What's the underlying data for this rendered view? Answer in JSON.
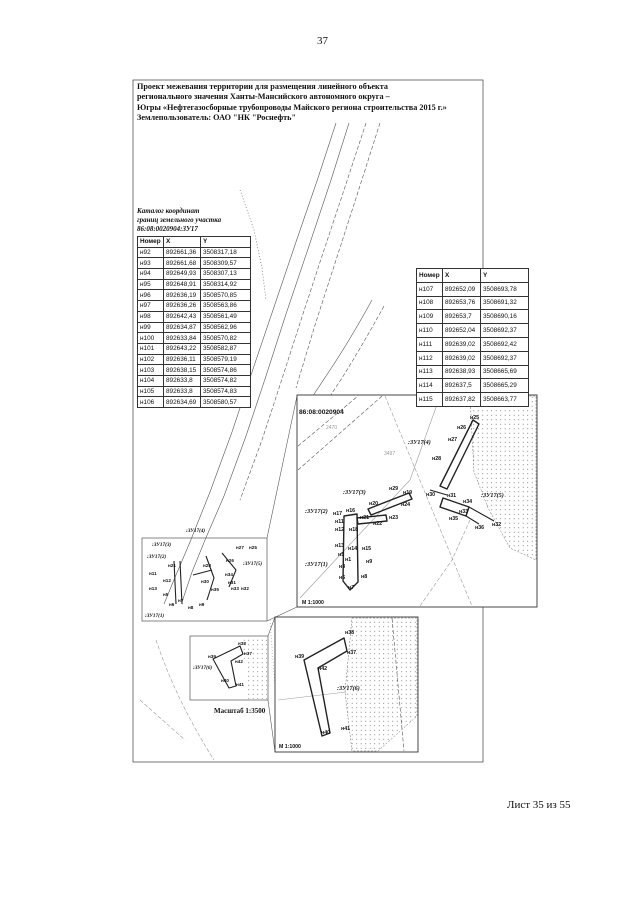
{
  "page": {
    "number": "37",
    "sheet_label": "Лист 35 из 55"
  },
  "title": {
    "line1": "Проект межевания территории для размещения линейного объекта",
    "line2": "регионального значения Ханты-Мансийского автономного округа –",
    "line3": "Югры «Нефтегазосборные трубопроводы Майского региона строительства 2015 г.»",
    "line4": "Землепользователь: ОАО \"НК \"Роснефть\""
  },
  "catalog": {
    "heading1": "Каталог координат",
    "heading2": "границ земельного участка",
    "heading3": "86:08:0020904:ЗУ17",
    "columns": [
      "Номер",
      "X",
      "Y"
    ],
    "table_left": [
      [
        "н92",
        "892661,36",
        "3508317,18"
      ],
      [
        "н93",
        "892661,68",
        "3508309,57"
      ],
      [
        "н94",
        "892649,93",
        "3508307,13"
      ],
      [
        "н95",
        "892648,91",
        "3508314,92"
      ],
      [
        "н96",
        "892636,19",
        "3508570,85"
      ],
      [
        "н97",
        "892636,26",
        "3508563,86"
      ],
      [
        "н98",
        "892642,43",
        "3508561,49"
      ],
      [
        "н99",
        "892634,87",
        "3508562,96"
      ],
      [
        "н100",
        "892633,84",
        "3508570,82"
      ],
      [
        "н101",
        "892643,22",
        "3508582,87"
      ],
      [
        "н102",
        "892636,11",
        "3508579,19"
      ],
      [
        "н103",
        "892638,15",
        "3508574,86"
      ],
      [
        "н104",
        "892633,8",
        "3508574,82"
      ],
      [
        "н105",
        "892633,8",
        "3508574,83"
      ],
      [
        "н106",
        "892634,69",
        "3508580,57"
      ]
    ],
    "table_right": [
      [
        "н107",
        "892652,09",
        "3508693,78"
      ],
      [
        "н108",
        "892653,76",
        "3508691,32"
      ],
      [
        "н109",
        "892653,7",
        "3508690,16"
      ],
      [
        "н110",
        "892652,04",
        "3508692,37"
      ],
      [
        "н111",
        "892639,02",
        "3508692,42"
      ],
      [
        "н112",
        "892639,02",
        "3508692,37"
      ],
      [
        "н113",
        "892638,93",
        "3508665,69"
      ],
      [
        "н114",
        "892637,5",
        "3508665,29"
      ],
      [
        "н115",
        "892637,82",
        "3508663,77"
      ]
    ]
  },
  "map": {
    "quarter_label": "86:08:0020904",
    "scale_main": "Масштаб 1:3500",
    "scale_inset1": "М 1:1000",
    "scale_inset2": "М 1:1000",
    "overview_labels": [
      ":ЗУ17(4)",
      "н27",
      "н25",
      ":ЗУ17(3)",
      ":ЗУ17(2)",
      "н21",
      "н28",
      "н26",
      ":ЗУ17(5)",
      "н11",
      "н12",
      "н30",
      "н34",
      "н31",
      "н33",
      "н32",
      "н13",
      "н35",
      "н5",
      "н6",
      "н7",
      "н9",
      "н8",
      ":ЗУ17(1)"
    ],
    "box2_labels": [
      "н38",
      "н37",
      "н39",
      ":ЗУ17(6)",
      "н42",
      "н40",
      "н41"
    ],
    "inset1_labels": [
      ":ЗУ17(4)",
      "н25",
      "н26",
      "н27",
      "н28",
      ":ЗУ17(3)",
      "н29",
      "н19",
      "н30",
      "н31",
      ":ЗУ17(5)",
      "н34",
      "н20",
      "н24",
      "н33",
      "н35",
      ":ЗУ17(2)",
      "н17",
      "н16",
      "н21",
      "н23",
      "н32",
      "н36",
      "н22",
      "н11",
      "н12",
      "н18",
      "н13",
      "н14",
      "н15",
      "н5",
      "н1",
      ":ЗУ17(1)",
      "н3",
      "н9",
      "н6",
      "н8",
      "н7",
      "2470",
      "3497"
    ],
    "inset2_labels": [
      "н38",
      "н37",
      "н39",
      "н42",
      ":ЗУ17(6)",
      "н41",
      "н40"
    ]
  }
}
